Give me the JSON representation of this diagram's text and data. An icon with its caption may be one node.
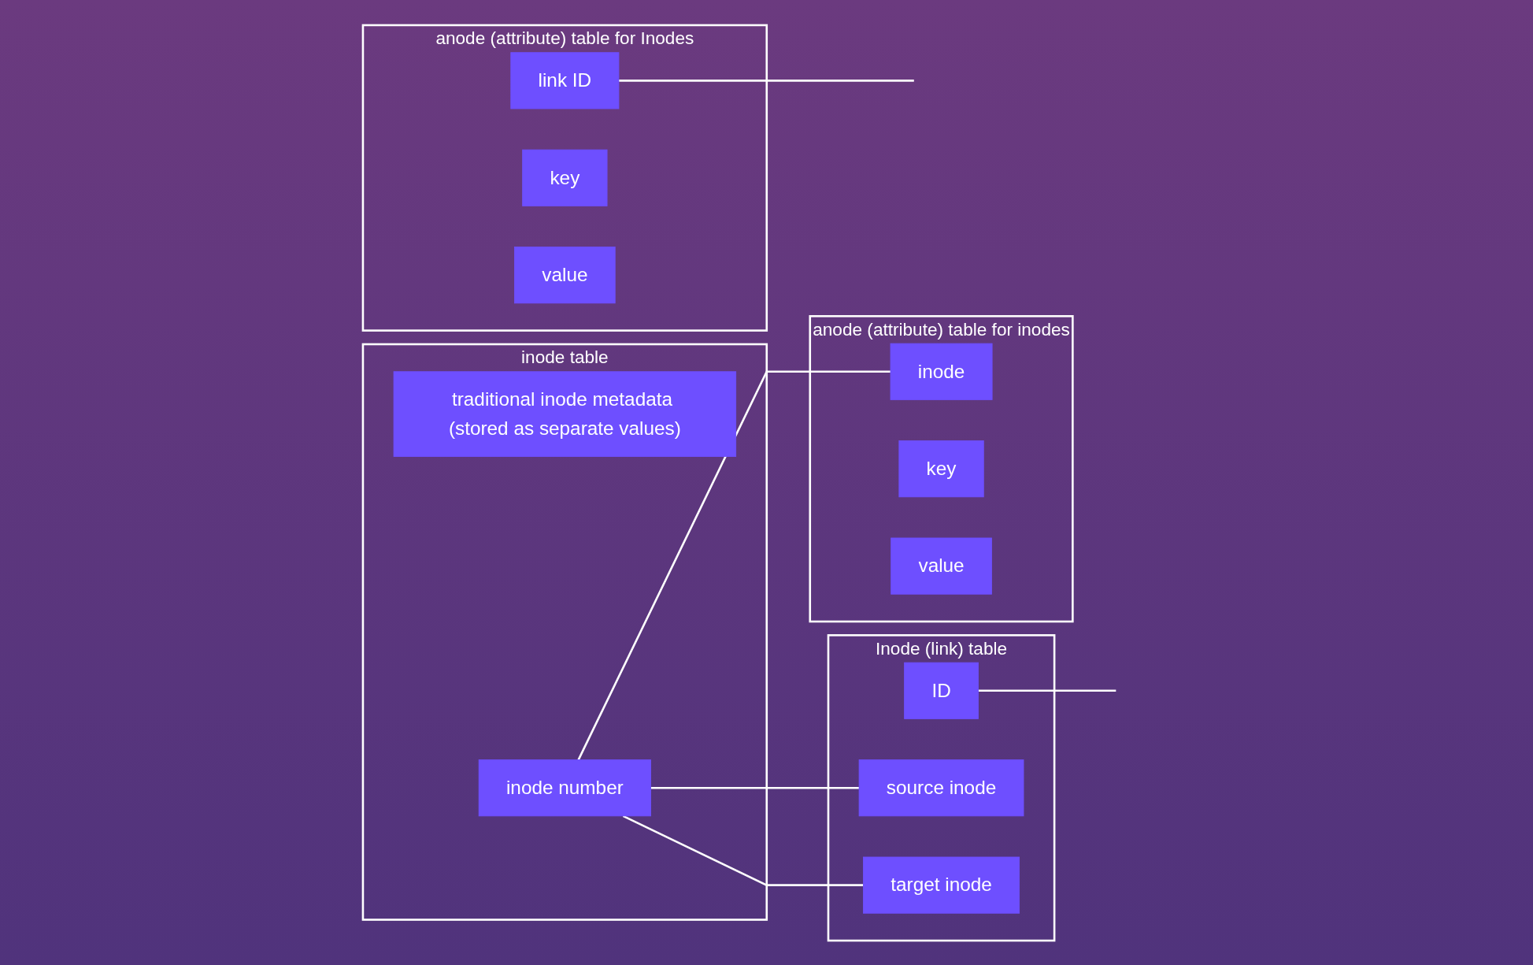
{
  "diagram": {
    "nodes": [
      {
        "text": [
          "inode table"
        ]
      },
      {
        "text": [
          "inode number"
        ],
        "in": 0
      },
      {
        "text": [
          "traditional inode metadata (stored as separate values)"
        ],
        "in": 0
      },
      {
        "text": [
          "Inode (link) table"
        ]
      },
      {
        "text": [
          "ID"
        ],
        "in": 3
      },
      {
        "text": [
          "source inode"
        ],
        "in": 3
      },
      {
        "text": [
          "target inode"
        ],
        "in": 3
      },
      {
        "text": [
          "anode (attribute) table for inodes"
        ]
      },
      {
        "text": [
          "inode"
        ],
        "in": 7
      },
      {
        "text": [
          "key"
        ],
        "in": 7
      },
      {
        "text": [
          "value"
        ],
        "in": 7
      },
      {
        "text": [
          "anode (attribute) table for Inodes"
        ]
      },
      {
        "text": [
          "link ID"
        ],
        "in": 11
      },
      {
        "text": [
          "key"
        ],
        "in": 11
      },
      {
        "text": [
          "value"
        ],
        "in": 11
      }
    ],
    "edges": [
      {
        "from": 1,
        "to": 8,
        "arrow": "none"
      },
      {
        "from": 1,
        "to": 5,
        "arrow": "none"
      },
      {
        "from": 1,
        "to": 6,
        "arrow": "none"
      },
      {
        "from": 4,
        "to": null,
        "arrow": "none"
      },
      {
        "from": 12,
        "to": null,
        "arrow": "none"
      }
    ]
  }
}
